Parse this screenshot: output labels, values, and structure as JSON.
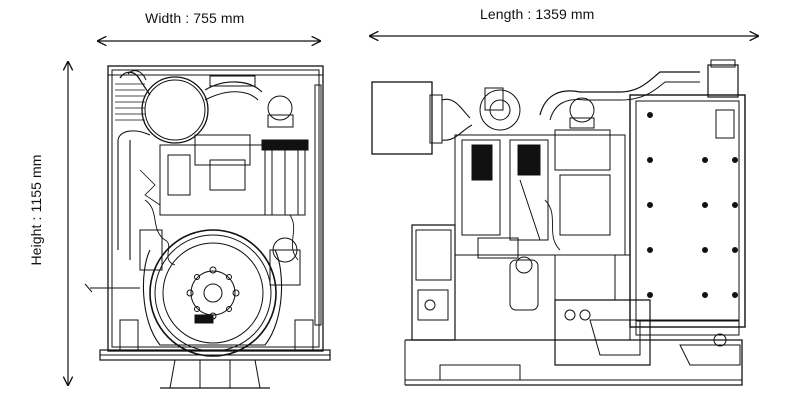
{
  "dimensions": {
    "width_label": "Width : 755 mm",
    "length_label": "Length : 1359 mm",
    "height_label": "Height : 1155 mm"
  },
  "colors": {
    "line": "#111111",
    "background": "#ffffff"
  }
}
